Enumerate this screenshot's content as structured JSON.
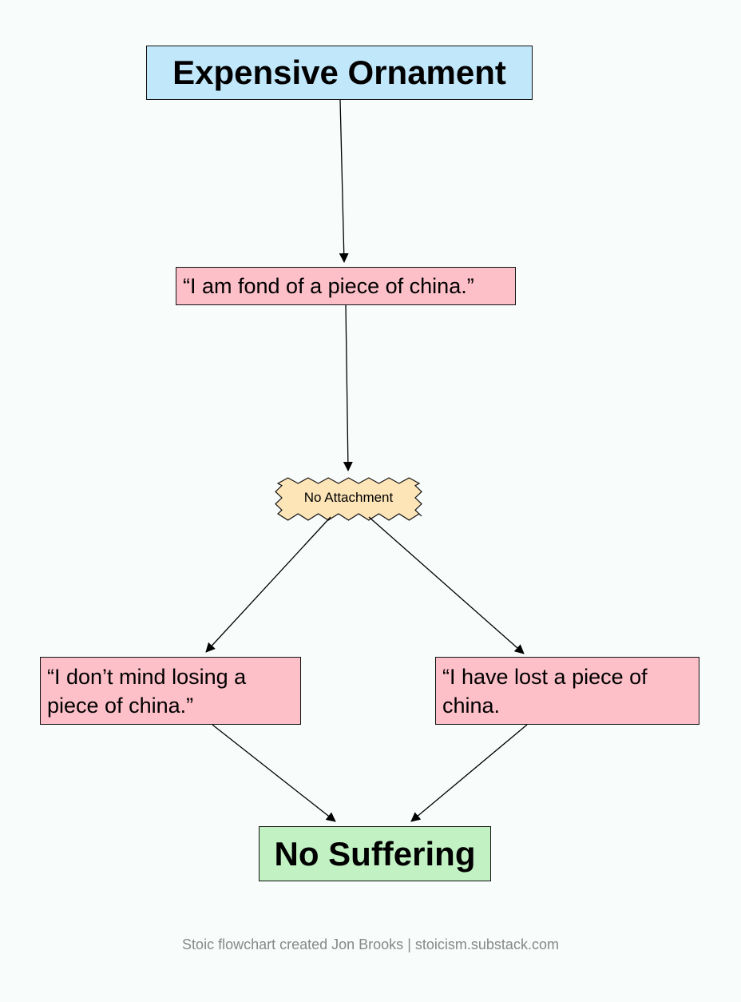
{
  "nodes": {
    "top": "Expensive Ornament",
    "fond": "“I am fond of a piece of china.”",
    "attachment": "No Attachment",
    "left": "“I don’t mind losing a piece of china.”",
    "right": "“I have lost a piece of china.",
    "bottom": "No Suffering"
  },
  "footer": {
    "text": "Stoic flowchart created Jon Brooks",
    "separator": "|",
    "site": "stoicism.substack.com"
  },
  "colors": {
    "title_fill": "#c1e7fb",
    "quote_fill": "#fdbfc8",
    "decision_fill": "#fde5b8",
    "result_fill": "#c2f2c3"
  }
}
